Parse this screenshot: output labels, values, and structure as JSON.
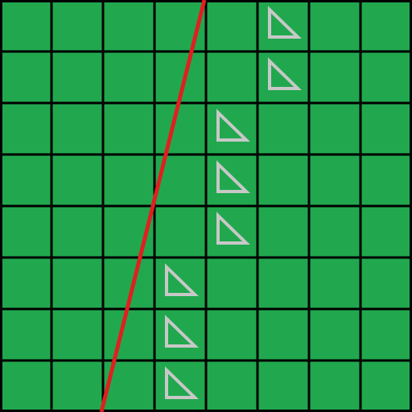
{
  "board": {
    "rows": 8,
    "cols": 8,
    "cell_color": "#21a84e",
    "grid_line_color": "#000000",
    "marker_shape": "right-triangle",
    "marker_color": "#c8c8c8",
    "markers": [
      {
        "row": 0,
        "col": 5
      },
      {
        "row": 1,
        "col": 5
      },
      {
        "row": 2,
        "col": 4
      },
      {
        "row": 3,
        "col": 4
      },
      {
        "row": 4,
        "col": 4
      },
      {
        "row": 5,
        "col": 3
      },
      {
        "row": 6,
        "col": 3
      },
      {
        "row": 7,
        "col": 3
      }
    ],
    "line": {
      "color": "#e02020",
      "from": {
        "row": 0,
        "col": 4
      },
      "to": {
        "row": 8,
        "col": 2
      }
    }
  }
}
